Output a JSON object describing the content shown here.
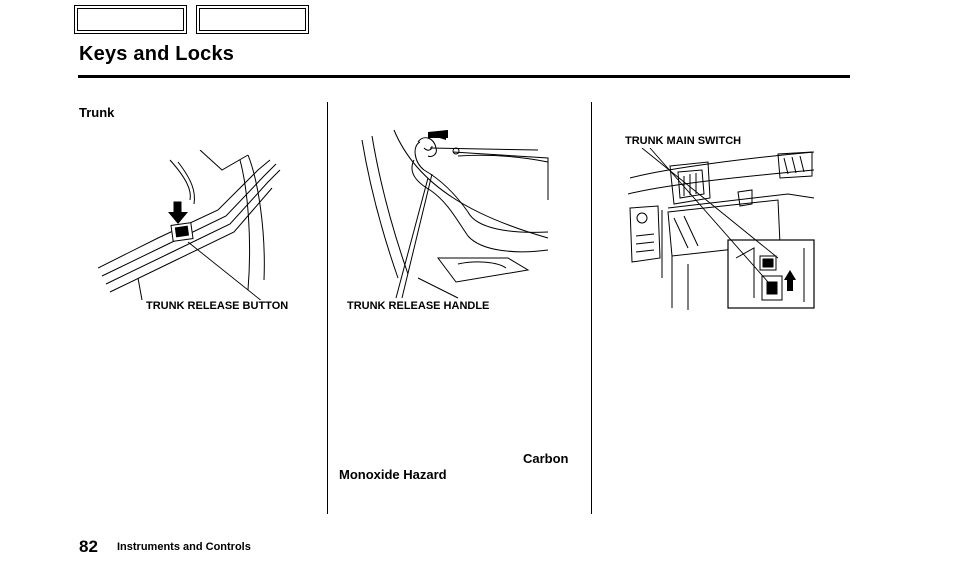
{
  "header": {
    "nav_tabs": [
      "",
      ""
    ],
    "title": "Keys and Locks"
  },
  "main": {
    "section_heading": "Trunk",
    "callouts": {
      "release_button": "TRUNK RELEASE BUTTON",
      "release_handle": "TRUNK RELEASE HANDLE",
      "main_switch": "TRUNK MAIN SWITCH"
    },
    "warning": {
      "line1": "Carbon",
      "line2": "Monoxide Hazard"
    }
  },
  "footer": {
    "page_number": "82",
    "section_name": "Instruments and Controls"
  }
}
